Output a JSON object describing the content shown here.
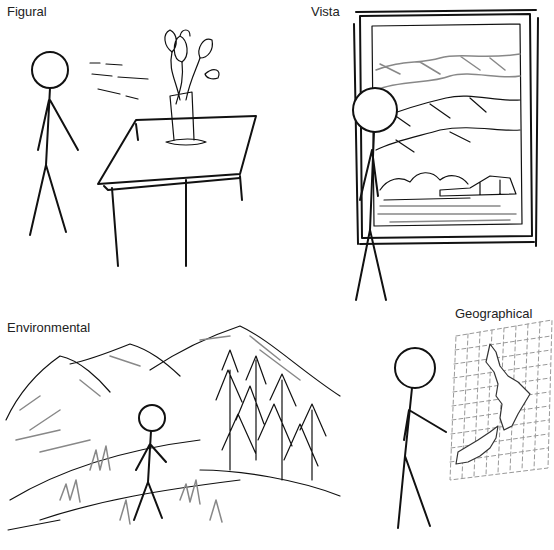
{
  "diagram": {
    "labels": [
      "Figural",
      "Vista",
      "Environmental",
      "Geographical"
    ]
  }
}
